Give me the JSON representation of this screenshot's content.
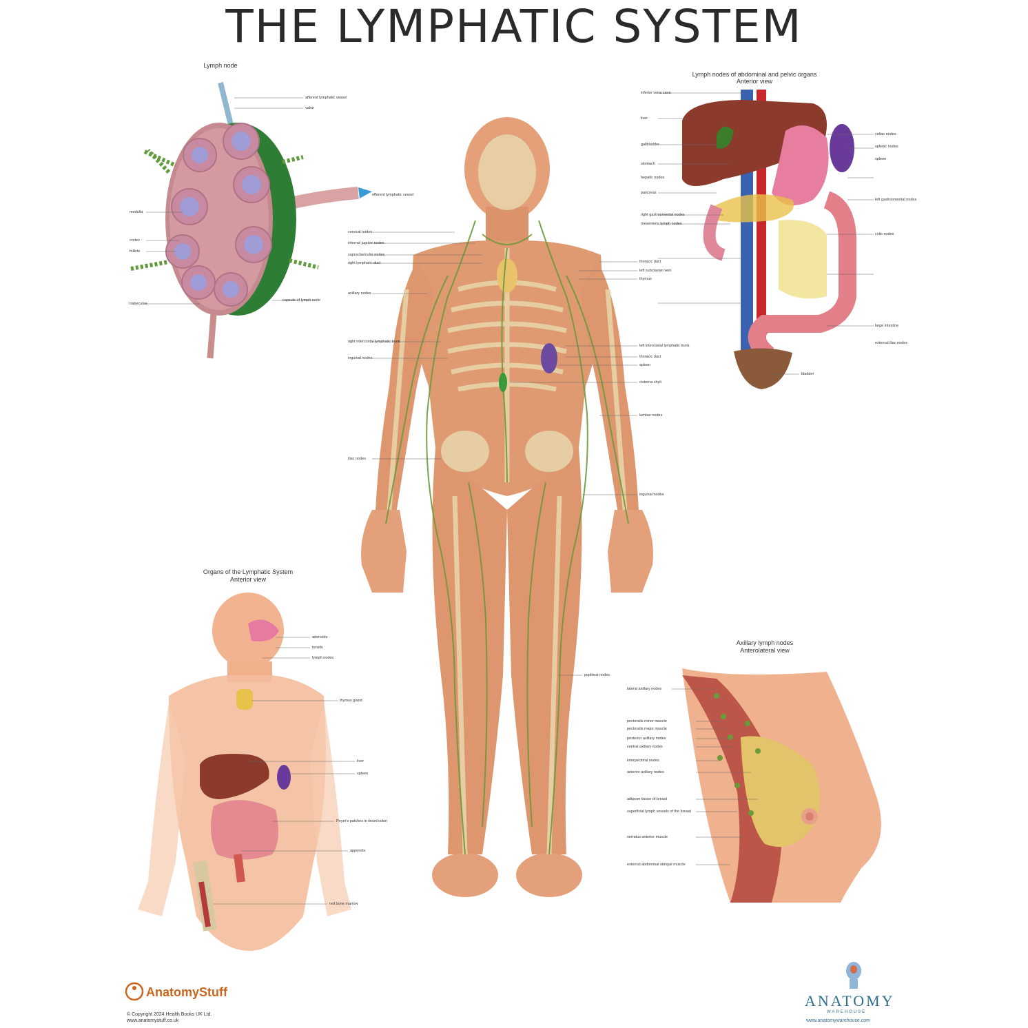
{
  "title": "THE LYMPHATIC SYSTEM",
  "panels": {
    "lymph_node": {
      "title": "Lymph node",
      "labels": [
        "afferent lymphatic vessel",
        "valve",
        "efferent lymphatic vessel",
        "medulla",
        "cortex",
        "follicle",
        "trabeculae",
        "capsule of lymph node"
      ]
    },
    "abdominal": {
      "title": "Lymph nodes of abdominal and pelvic organs",
      "subtitle": "Anterior view",
      "labels": [
        "inferior vena cava",
        "liver",
        "gallbladder",
        "stomach",
        "hepatic nodes",
        "pancreas",
        "celiac nodes",
        "splenic nodes",
        "spleen",
        "right gastroomental nodes",
        "left gastroomental nodes",
        "mesenteric lymph nodes",
        "colic nodes",
        "large intestine",
        "external iliac nodes",
        "bladder"
      ]
    },
    "body": {
      "labels_left": [
        "cervical nodes",
        "internal jugular nodes",
        "supraclavicular nodes",
        "right lymphatic duct",
        "axillary nodes",
        "right intercostal lymphatic trunk",
        "inguinal nodes",
        "iliac nodes"
      ],
      "labels_right": [
        "thoracic duct",
        "left subclavian vein",
        "thymus",
        "left intercostal lymphatic trunk",
        "thoracic duct",
        "spleen",
        "cisterna chyli",
        "lumbar nodes",
        "inguinal nodes",
        "popliteal nodes"
      ]
    },
    "organs": {
      "title": "Organs of the Lymphatic System",
      "subtitle": "Anterior view",
      "labels": [
        "adenoids",
        "tonsils",
        "lymph nodes",
        "thymus gland",
        "liver",
        "spleen",
        "Peyer's patches in ileum/colon",
        "appendix",
        "red bone marrow"
      ]
    },
    "axillary": {
      "title": "Axillary lymph nodes",
      "subtitle": "Anterolateral view",
      "labels": [
        "lateral axillary nodes",
        "pectoralis minor muscle",
        "pectoralis major muscle",
        "posterior axillary nodes",
        "central axillary nodes",
        "interpectoral nodes",
        "anterior axillary nodes",
        "adipose tissue of breast",
        "superficial lymph vessels of the breast",
        "serratus anterior muscle",
        "external abdominal oblique muscle"
      ]
    }
  },
  "footer": {
    "brand": "AnatomyStuff",
    "copyright": "© Copyright 2024 Health Books UK Ltd.",
    "url": "www.anatomystuff.co.uk",
    "right_brand": "ANATOMY",
    "right_sub": "WAREHOUSE",
    "right_url": "www.anatomywarehouse.com"
  },
  "colors": {
    "skin": "#e9a27a",
    "lymph": "#6b9a3a",
    "bone": "#e8d3a8",
    "node_pink": "#c98b92",
    "capsule_green": "#2f7f3a"
  }
}
